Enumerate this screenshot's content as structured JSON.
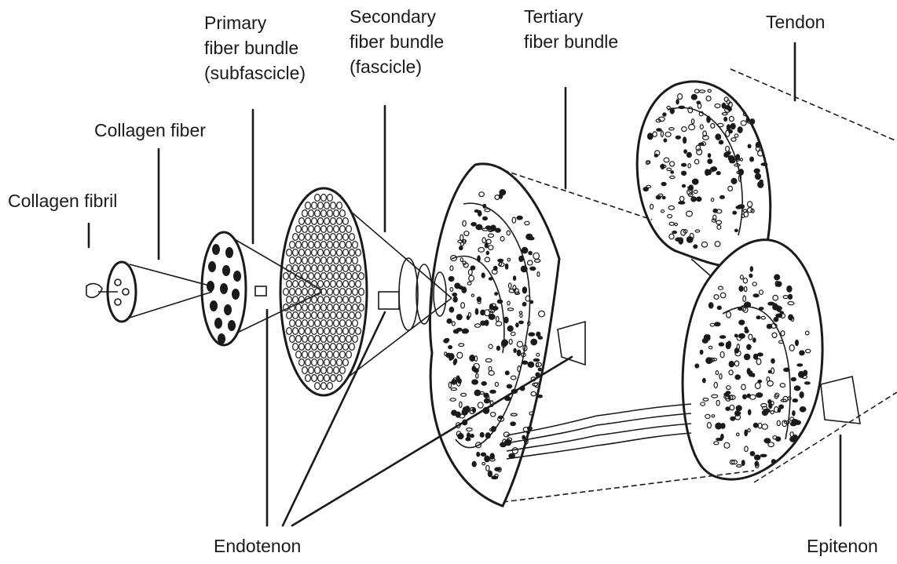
{
  "labels": {
    "collagen_fibril": "Collagen fibril",
    "collagen_fiber": "Collagen fiber",
    "primary_bundle": [
      "Primary",
      "fiber bundle",
      "(subfascicle)"
    ],
    "secondary_bundle": [
      "Secondary",
      "fiber bundle",
      "(fascicle)"
    ],
    "tertiary_bundle": [
      "Tertiary",
      "fiber bundle"
    ],
    "tendon": "Tendon",
    "endotenon": "Endotenon",
    "epitenon": "Epitenon"
  },
  "colors": {
    "ink": "#1a1a1a",
    "background": "#ffffff"
  }
}
